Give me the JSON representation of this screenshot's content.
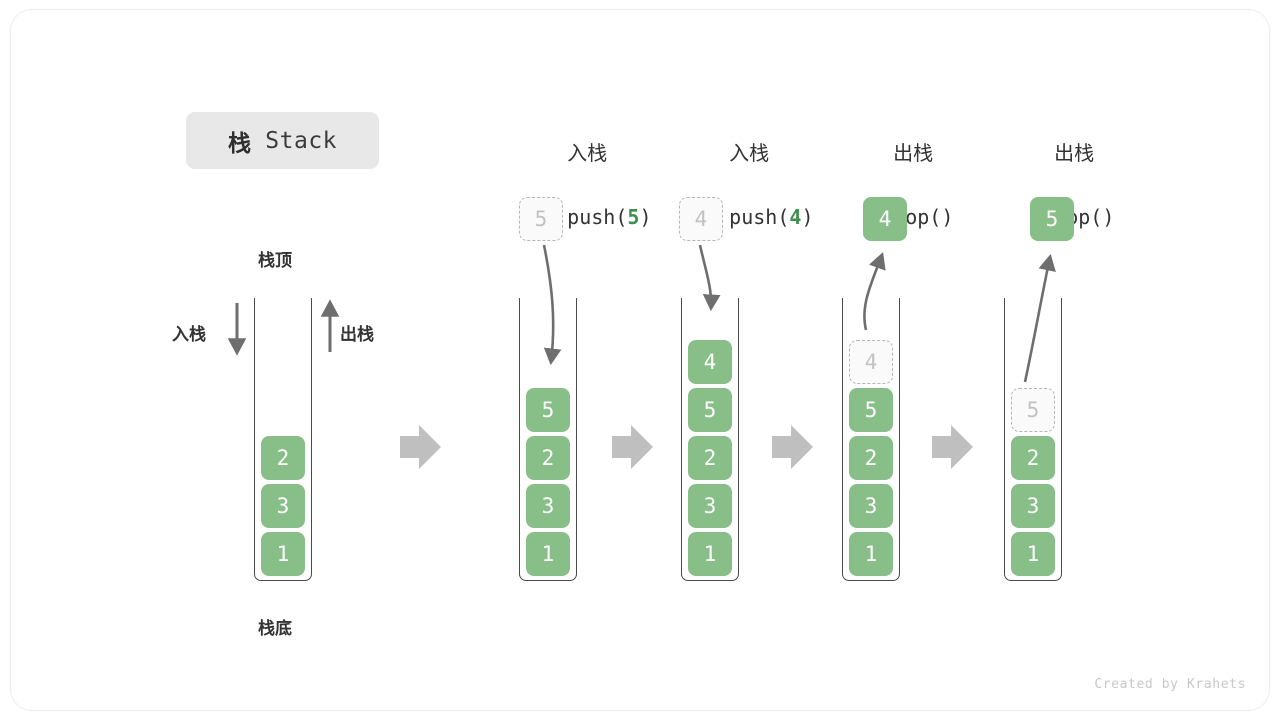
{
  "title": {
    "cn": "栈",
    "en": "Stack"
  },
  "labels": {
    "top": "栈顶",
    "bottom": "栈底",
    "push_side": "入栈",
    "pop_side": "出栈"
  },
  "credit": "Created by Krahets",
  "colors": {
    "element_green": "#88bf88",
    "accent_green": "#3f8f4f",
    "ghost_border": "#b6b6b6",
    "ghost_text": "#c2c2c2",
    "arrow_gray": "#6e6e6e",
    "flow_arrow_gray": "#bfbfbf",
    "wall": "#4a4a4a",
    "badge_bg": "#e8e8e8",
    "text": "#333333",
    "credit_gray": "#c8c8c8"
  },
  "stages": [
    {
      "id": "initial",
      "op_cn": "",
      "op_code": "",
      "cells_bottom_to_top": [
        "1",
        "3",
        "2"
      ],
      "ghost_top": null,
      "float_box": null
    },
    {
      "id": "push-5",
      "op_cn": "入栈",
      "op_code_prefix": "push(",
      "op_code_num": "5",
      "op_code_suffix": ")",
      "cells_bottom_to_top": [
        "1",
        "3",
        "2",
        "5"
      ],
      "ghost_top": null,
      "float_box": {
        "value": "5",
        "kind": "ghost"
      }
    },
    {
      "id": "push-4",
      "op_cn": "入栈",
      "op_code_prefix": "push(",
      "op_code_num": "4",
      "op_code_suffix": ")",
      "cells_bottom_to_top": [
        "1",
        "3",
        "2",
        "5",
        "4"
      ],
      "ghost_top": null,
      "float_box": {
        "value": "4",
        "kind": "ghost"
      }
    },
    {
      "id": "pop-1",
      "op_cn": "出栈",
      "op_code_prefix": "pop(",
      "op_code_num": "",
      "op_code_suffix": ")",
      "cells_bottom_to_top": [
        "1",
        "3",
        "2",
        "5"
      ],
      "ghost_top": "4",
      "float_box": {
        "value": "4",
        "kind": "solid"
      }
    },
    {
      "id": "pop-2",
      "op_cn": "出栈",
      "op_code_prefix": "pop(",
      "op_code_num": "",
      "op_code_suffix": ")",
      "cells_bottom_to_top": [
        "1",
        "3",
        "2"
      ],
      "ghost_top": "5",
      "float_box": {
        "value": "5",
        "kind": "solid"
      }
    }
  ]
}
